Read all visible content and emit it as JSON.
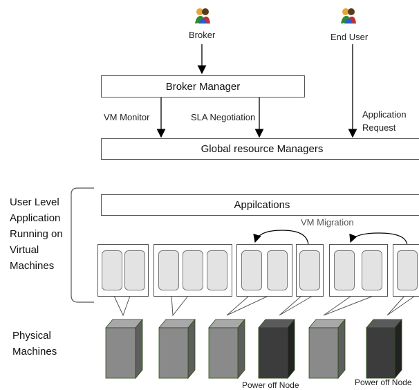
{
  "actors": {
    "broker": {
      "label": "Broker",
      "icon": "user-group-icon"
    },
    "end_user": {
      "label": "End User",
      "icon": "user-group-icon"
    }
  },
  "boxes": {
    "broker_manager": "Broker Manager",
    "global_managers": "Global resource Managers",
    "applications": "Appilcations"
  },
  "edge_labels": {
    "vm_monitor": "VM Monitor",
    "sla_negotiation": "SLA Negotiation",
    "application_request_1": "Application",
    "application_request_2": "Request",
    "vm_migration": "VM Migration"
  },
  "side_labels": {
    "user_level": [
      "User Level",
      "Application",
      "Running on",
      "Virtual",
      "Machines"
    ],
    "physical": [
      "Physical",
      "Machines"
    ]
  },
  "power_off": {
    "label_1": "Power off Node",
    "label_2": "Power off Node"
  },
  "colors": {
    "server_on": "#8a8a8a",
    "server_off": "#3c3c3c",
    "vm_fill": "#e3e3e3",
    "border": "#555555"
  }
}
